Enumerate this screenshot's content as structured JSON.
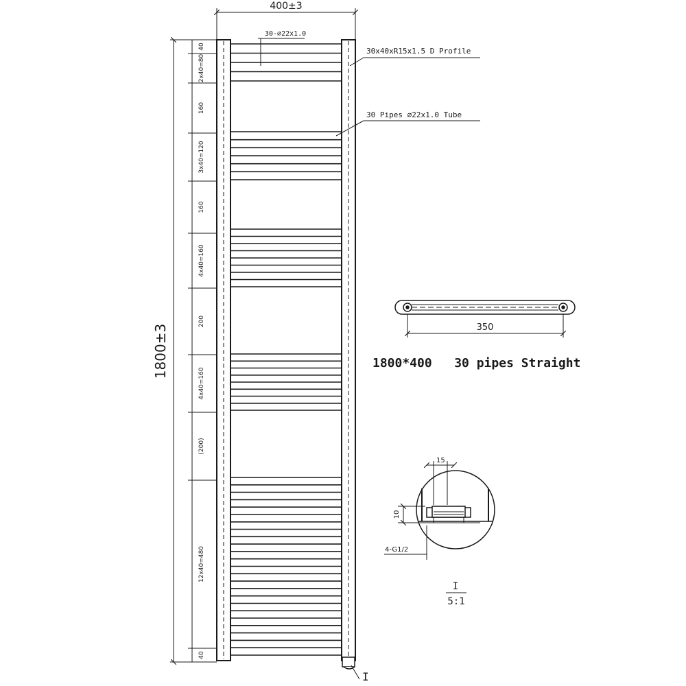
{
  "drawing": {
    "overall_width": "400±3",
    "overall_height": "1800±3",
    "top_tube_note": "30-⌀22x1.0",
    "profile_note": "30x40xR15x1.5 D Profile",
    "pipes_note": "30 Pipes ⌀22x1.0 Tube",
    "caption": "1800*400   30 pipes Straight",
    "bracket_spacing": "350",
    "section_label": "I",
    "detail_scale_top": "I",
    "detail_scale_bottom": "5:1",
    "detail_width": "15",
    "detail_height": "10",
    "detail_thread": "4-G1/2",
    "dims": [
      {
        "label": "40"
      },
      {
        "label": "2x40=80"
      },
      {
        "label": "160"
      },
      {
        "label": "3x40=120"
      },
      {
        "label": "160"
      },
      {
        "label": "4x40=160"
      },
      {
        "label": "200"
      },
      {
        "label": "4x40=160"
      },
      {
        "label": "(200)"
      },
      {
        "label": "12x40=480"
      },
      {
        "label": "40"
      }
    ],
    "tube_groups": [
      2,
      3,
      4,
      4,
      12
    ]
  },
  "colors": {
    "line": "#1a1a1a",
    "paper": "#ffffff"
  }
}
